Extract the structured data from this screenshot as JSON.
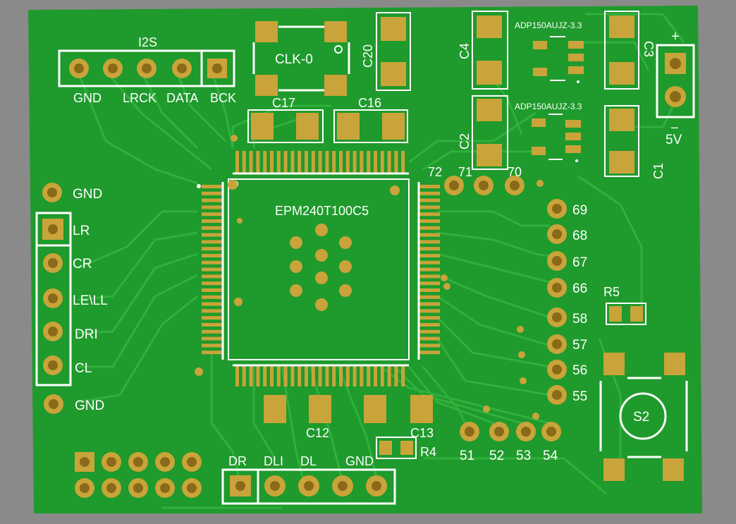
{
  "board": {
    "colors": {
      "background": "#8a8a8a",
      "pcb": "#1f9a2c",
      "trace": "#33b540",
      "pad": "#c9a43a",
      "pad_hole": "#8a6a18",
      "silkscreen": "#ffffff"
    },
    "ic_label": "EPM240T100C5",
    "header_i2s": {
      "title": "I2S",
      "labels": [
        "GND",
        "LRCK",
        "DATA",
        "BCK"
      ]
    },
    "oscillator_label": "CLK-0",
    "regulators": [
      "ADP150AUJZ-3.3",
      "ADP150AUJZ-3.3"
    ],
    "capacitors": [
      "C20",
      "C4",
      "C3",
      "C2",
      "C1",
      "C17",
      "C16",
      "C12",
      "C13"
    ],
    "power": {
      "plus": "+",
      "minus": "–",
      "label": "5V"
    },
    "left_header_labels": [
      "GND",
      "LR",
      "CR",
      "LE\\LL",
      "DRI",
      "CL",
      "GND"
    ],
    "bottom_header_labels": [
      "DR",
      "DLI",
      "DL",
      "GND"
    ],
    "pin_numbers_top": [
      "72",
      "71",
      "70"
    ],
    "pin_numbers_right": [
      "69",
      "68",
      "67",
      "66",
      "58",
      "57",
      "56",
      "55"
    ],
    "pin_numbers_bottom": [
      "51",
      "52",
      "53",
      "54"
    ],
    "resistors": [
      "R5",
      "R4"
    ],
    "switch_label": "S2"
  }
}
